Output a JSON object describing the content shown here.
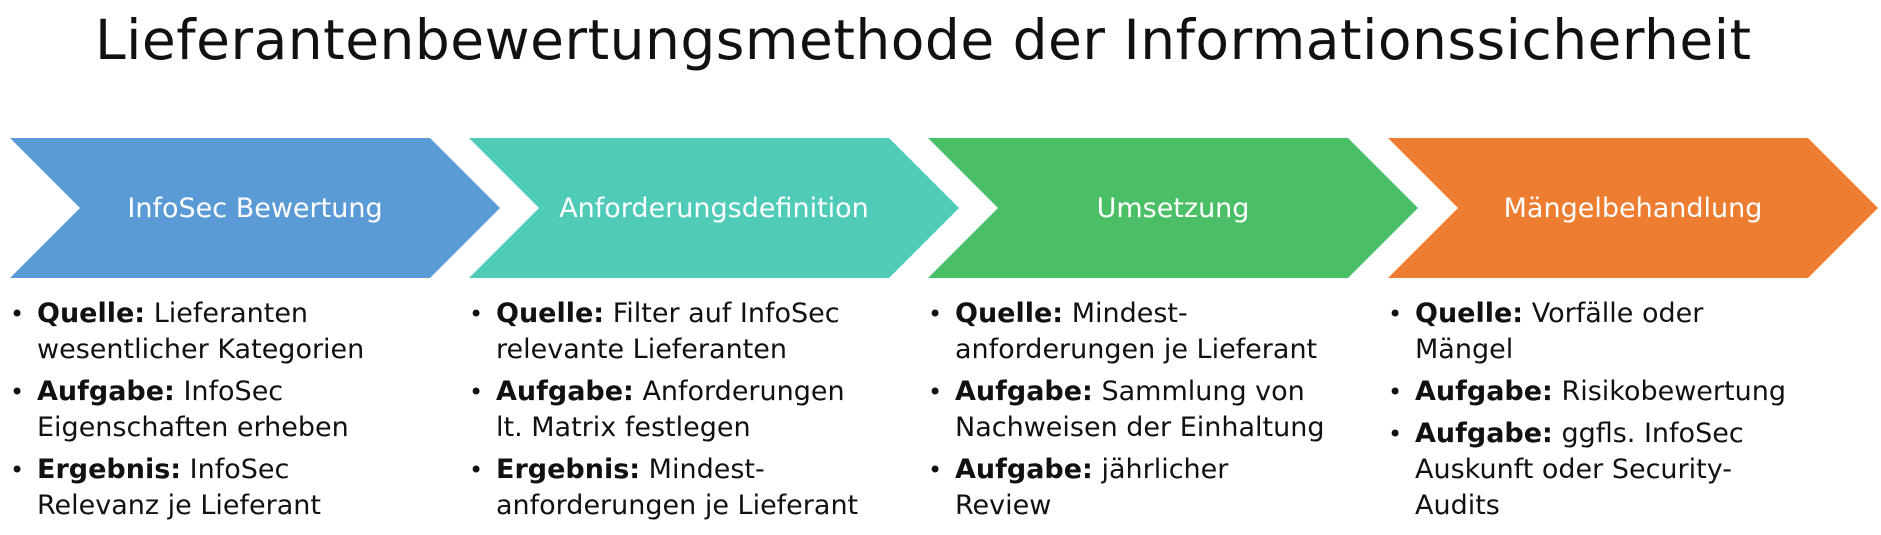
{
  "title": "Lieferantenbewertungsmethode der Informationssicherheit",
  "colors": {
    "stage1": "#5b9bd5",
    "stage2": "#4fcbb8",
    "stage3": "#4bbf66",
    "stage4": "#ed7d31"
  },
  "stages": [
    {
      "label": "InfoSec Bewertung",
      "items": [
        {
          "key": "Quelle:",
          "text": "Lieferanten wesentlicher Kategorien"
        },
        {
          "key": "Aufgabe:",
          "text": "InfoSec Eigenschaften erheben"
        },
        {
          "key": "Ergebnis:",
          "text": "InfoSec Relevanz je Lieferant"
        }
      ]
    },
    {
      "label": "Anforderungsdefinition",
      "items": [
        {
          "key": "Quelle:",
          "text": "Filter auf InfoSec relevante Lieferanten"
        },
        {
          "key": "Aufgabe:",
          "text": "Anforderungen lt. Matrix festlegen"
        },
        {
          "key": "Ergebnis:",
          "text": "Mindest-anforderungen je Lieferant"
        }
      ]
    },
    {
      "label": "Umsetzung",
      "items": [
        {
          "key": "Quelle:",
          "text": "Mindest-anforderungen je Lieferant"
        },
        {
          "key": "Aufgabe:",
          "text": "Sammlung von Nachweisen der Einhaltung"
        },
        {
          "key": "Aufgabe:",
          "text": "jährlicher Review"
        }
      ]
    },
    {
      "label": "Mängelbehandlung",
      "items": [
        {
          "key": "Quelle:",
          "text": "Vorfälle oder Mängel"
        },
        {
          "key": "Aufgabe:",
          "text": "Risikobewertung"
        },
        {
          "key": "Aufgabe:",
          "text": "ggfls. InfoSec Auskunft oder Security-Audits"
        }
      ]
    }
  ]
}
